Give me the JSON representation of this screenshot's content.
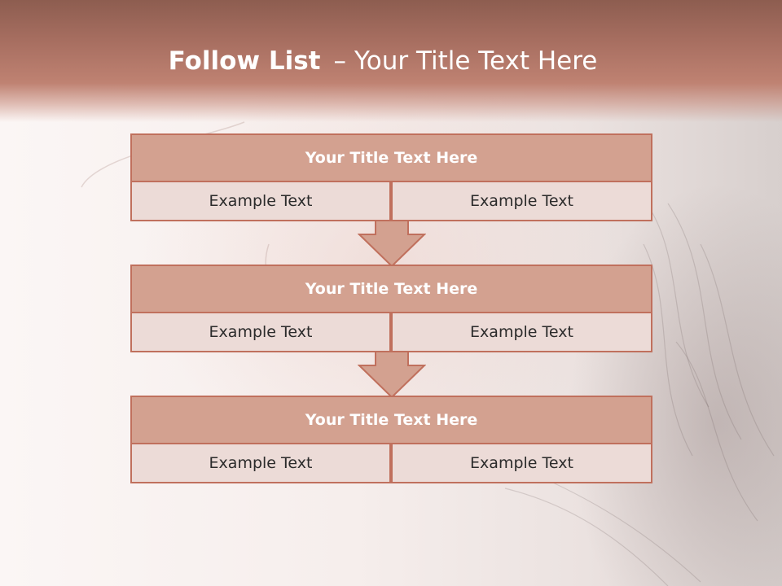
{
  "header": {
    "title_bold": "Follow List",
    "title_dash": "–",
    "title_rest": "Your Title Text Here"
  },
  "blocks": [
    {
      "title": "Your Title Text Here",
      "left": "Example Text",
      "right": "Example Text"
    },
    {
      "title": "Your Title Text Here",
      "left": "Example Text",
      "right": "Example Text"
    },
    {
      "title": "Your Title Text Here",
      "left": "Example Text",
      "right": "Example Text"
    }
  ],
  "colors": {
    "header": "#a86f61",
    "title_fill": "#d3a190",
    "cell_fill": "#ecdbd7",
    "border": "#c0705d"
  }
}
